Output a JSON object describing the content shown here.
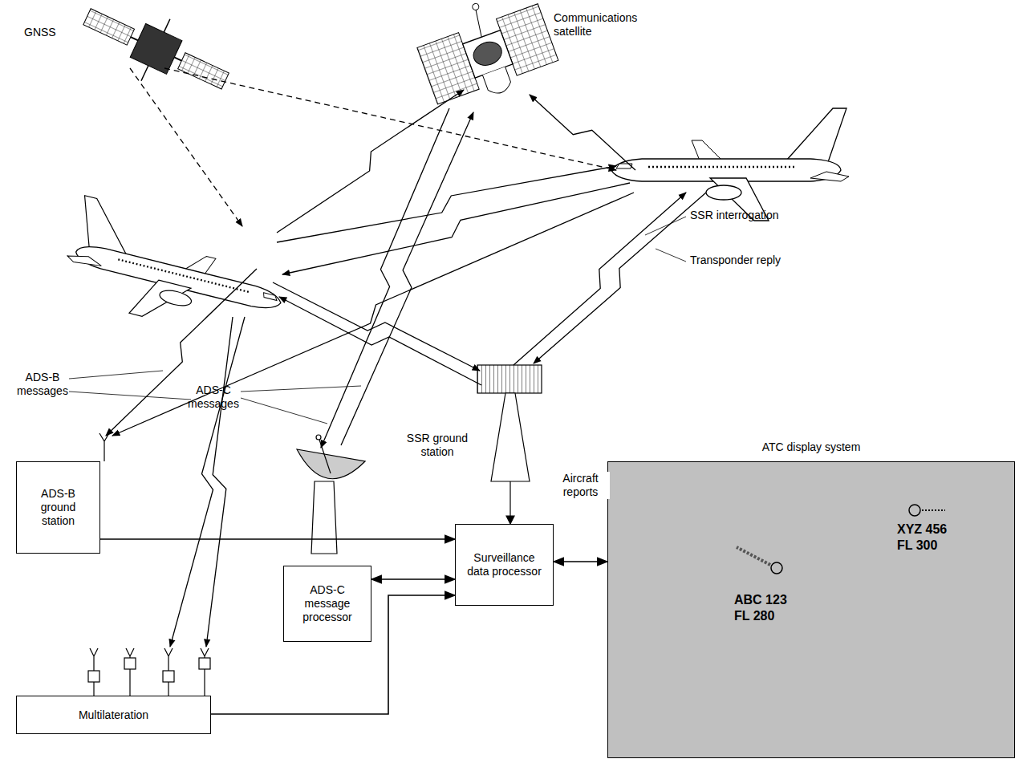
{
  "diagram": {
    "nodes": [
      {
        "text": [
          "ATC display system"
        ]
      },
      {
        "text": [
          "ADS-B ground station"
        ]
      },
      {
        "text": [
          "Surveillance data processor"
        ]
      },
      {
        "text": [
          "ADS-C message processor"
        ]
      },
      {
        "text": [
          "Multilateration"
        ]
      }
    ],
    "edges": [
      {
        "from": 1,
        "to": 2,
        "arrow": "to"
      },
      {
        "from": 3,
        "to": 2,
        "arrow": "both"
      },
      {
        "from": 4,
        "to": 2,
        "arrow": "to"
      },
      {
        "from": 2,
        "to": 0,
        "arrow": "both",
        "label": "Aircraft reports"
      }
    ],
    "labels": [
      "GNSS",
      "Communications satellite",
      "SSR interrogation",
      "Transponder reply",
      "ADS-B messages",
      "ADS-C messages",
      "SSR ground station",
      "ABC 123",
      "FL 280",
      "XYZ 456",
      "FL 300"
    ]
  }
}
